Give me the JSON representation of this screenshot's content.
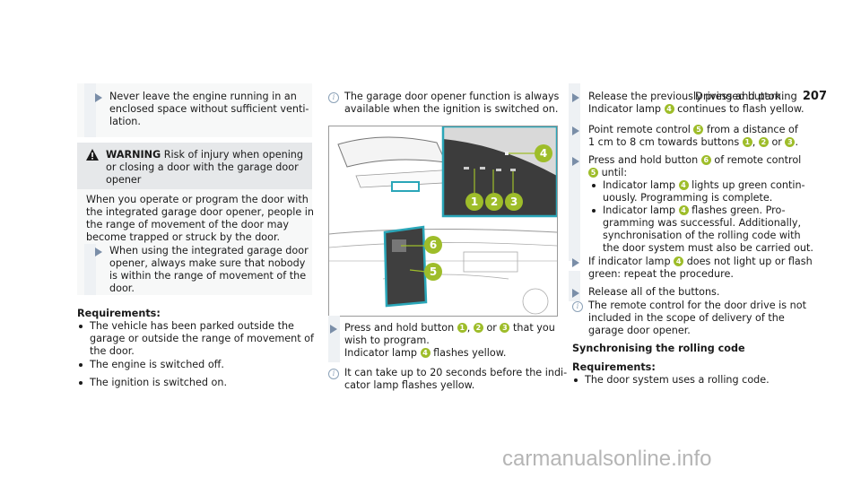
{
  "header": {
    "title": "Driving and parking",
    "page": "207"
  },
  "col1": {
    "note_lines": [
      "Never leave the engine running in an",
      "enclosed space without sufficient venti-",
      "lation."
    ],
    "warning": {
      "label": "WARNING",
      "title_lines": [
        "Risk of injury when opening",
        "or closing a door with the garage door",
        "opener"
      ],
      "body_lines": [
        "When you operate or program the door with",
        "the integrated garage door opener, people in",
        "the range of movement of the door may",
        "become trapped or struck by the door."
      ],
      "step_lines": [
        "When using the integrated garage door",
        "opener, always make sure that nobody",
        "is within the range of movement of the",
        "door."
      ]
    },
    "requirements_label": "Requirements:",
    "req1_lines": [
      "The vehicle has been parked outside the",
      "garage or outside the range of movement of",
      "the door."
    ],
    "req2": "The engine is switched off.",
    "req3": "The ignition is switched on."
  },
  "col2": {
    "info_lines": [
      "The garage door opener function is always",
      "available when the ignition is switched on."
    ],
    "image_callouts": [
      "1",
      "2",
      "3",
      "4",
      "5",
      "6"
    ],
    "step1": {
      "a": "Press and hold button",
      "b": ", ",
      "c": " or ",
      "d": " that you"
    },
    "step1_lines": [
      "wish to program.",
      "Indicator lamp",
      "flashes yellow."
    ],
    "info2_lines": [
      "It can take up to 20 seconds before the indi-",
      "cator lamp flashes yellow."
    ]
  },
  "col3": {
    "s1_line1": "Release the previously pressed button.",
    "s1_line2a": "Indicator lamp",
    "s1_line2b": "continues to flash yellow.",
    "s2_line1a": "Point remote control",
    "s2_line1b": "from a distance of",
    "s2_line2a": "1 cm to 8 cm towards buttons",
    "s2_line2b": ",",
    "s2_line2c": "or",
    "s2_line2d": ".",
    "s3_line1a": "Press and hold button",
    "s3_line1b": "of remote control",
    "s3_line2": "until:",
    "b1_a": "Indicator lamp",
    "b1_b": "lights up green contin-",
    "b1_line2": "uously. Programming is complete.",
    "b2_a": "Indicator lamp",
    "b2_b": "flashes green. Pro-",
    "b2_lines": [
      "gramming was successful. Additionally,",
      "synchronisation of the rolling code with",
      "the door system must also be carried out."
    ],
    "s4_line1a": "If indicator lamp",
    "s4_line1b": "does not light up or flash",
    "s4_line2": "green: repeat the procedure.",
    "s5": "Release all of the buttons.",
    "info_lines": [
      "The remote control for the door drive is not",
      "included in the scope of delivery of the",
      "garage door opener."
    ],
    "sync_heading": "Synchronising the rolling code",
    "req_label": "Requirements:",
    "req1": "The door system uses a rolling code."
  },
  "footer": "carmanualsonline.info"
}
